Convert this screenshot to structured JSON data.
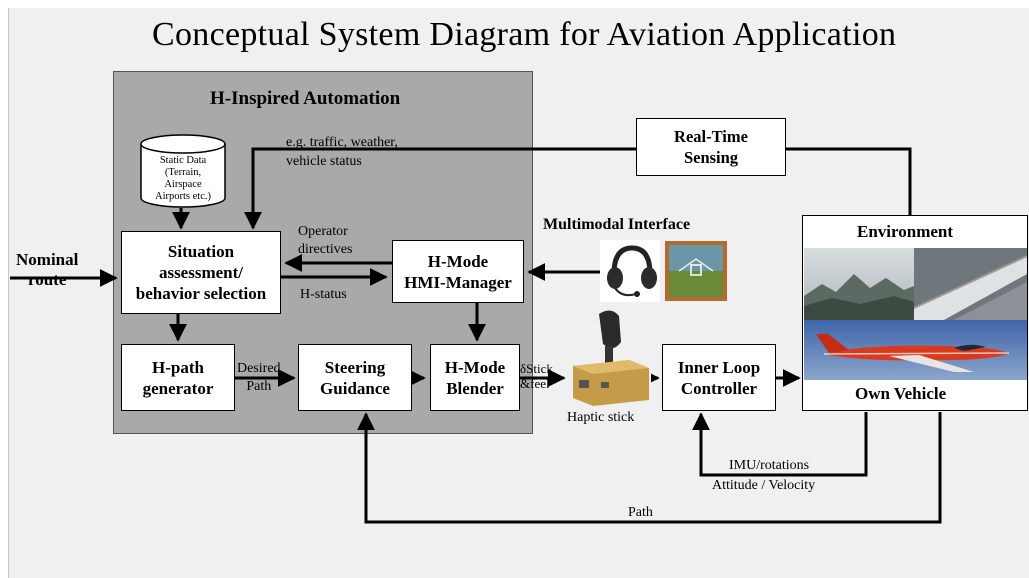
{
  "title": "Conceptual System Diagram for Aviation Application",
  "automation_panel": {
    "label": "H-Inspired Automation"
  },
  "static_data": {
    "text": "Static Data\n(Terrain,\nAirspace\nAirports etc.)"
  },
  "boxes": {
    "situation": "Situation\nassessment/\nbehavior selection",
    "hmode_manager": "H-Mode\nHMI-Manager",
    "hpath": "H-path\ngenerator",
    "steering": "Steering\nGuidance",
    "blender": "H-Mode\nBlender",
    "inner_loop": "Inner Loop\nController",
    "realtime": "Real-Time\nSensing"
  },
  "environment": {
    "label": "Environment",
    "vehicle_label": "Own Vehicle"
  },
  "labels": {
    "nominal_route": "Nominal\nroute",
    "traffic": "e.g. traffic, weather,\nvehicle status",
    "operator_directives": "Operator\ndirectives",
    "h_status": "H-status",
    "desired_path": "Desired\nPath",
    "stick_feel": "δStick\n&feel",
    "multimodal_interface": "Multimodal Interface",
    "haptic_stick": "Haptic stick",
    "imu": "IMU/rotations",
    "attitude_velocity": "Attitude / Velocity",
    "path": "Path"
  },
  "icons": [
    "database-cylinder-icon",
    "headset-icon",
    "display-monitor-icon",
    "haptic-stick-icon",
    "mountain-photo",
    "wing-photo",
    "aircraft-photo"
  ],
  "colors": {
    "background": "#f0f0f0",
    "panel": "#a9a9a9",
    "aircraft": "#d9391c",
    "sky": "#5a7fb8"
  }
}
